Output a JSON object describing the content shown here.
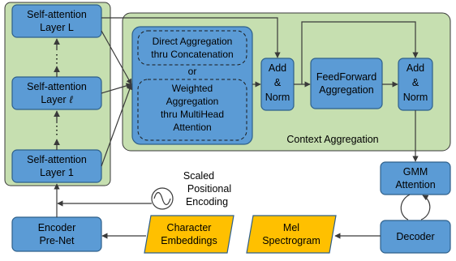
{
  "encoder_stack": {
    "layer_top": [
      "Self-attention",
      "Layer L"
    ],
    "layer_mid_line1": "Self-attention",
    "layer_mid_word": "Layer",
    "layer_mid_symbol": "ℓ",
    "layer_bottom": [
      "Self-attention",
      "Layer 1"
    ],
    "ellipsis": "⋮"
  },
  "context_aggregation": {
    "title": "Context Aggregation",
    "direct": [
      "Direct Aggregation",
      "thru Concatenation"
    ],
    "or_label": "or",
    "weighted": [
      "Weighted",
      "Aggregation",
      "thru MultiHead",
      "Attention"
    ],
    "add_norm_1": [
      "Add",
      "&",
      "Norm"
    ],
    "feedforward": [
      "FeedForward",
      "Aggregation"
    ],
    "add_norm_2": [
      "Add",
      "&",
      "Norm"
    ]
  },
  "positional": [
    "Scaled",
    "Positional",
    "Encoding"
  ],
  "gmm": [
    "GMM",
    "Attention"
  ],
  "encoder_prenet": [
    "Encoder",
    "Pre-Net"
  ],
  "char_embeddings": [
    "Character",
    "Embeddings"
  ],
  "mel": [
    "Mel",
    "Spectrogram"
  ],
  "decoder": "Decoder",
  "colors": {
    "panel_fill": "#c6dfb0",
    "block_fill": "#5b9bd5",
    "block_stroke": "#2e5f8a",
    "io_fill": "#ffc000",
    "arrow": "#3a3a3a"
  }
}
